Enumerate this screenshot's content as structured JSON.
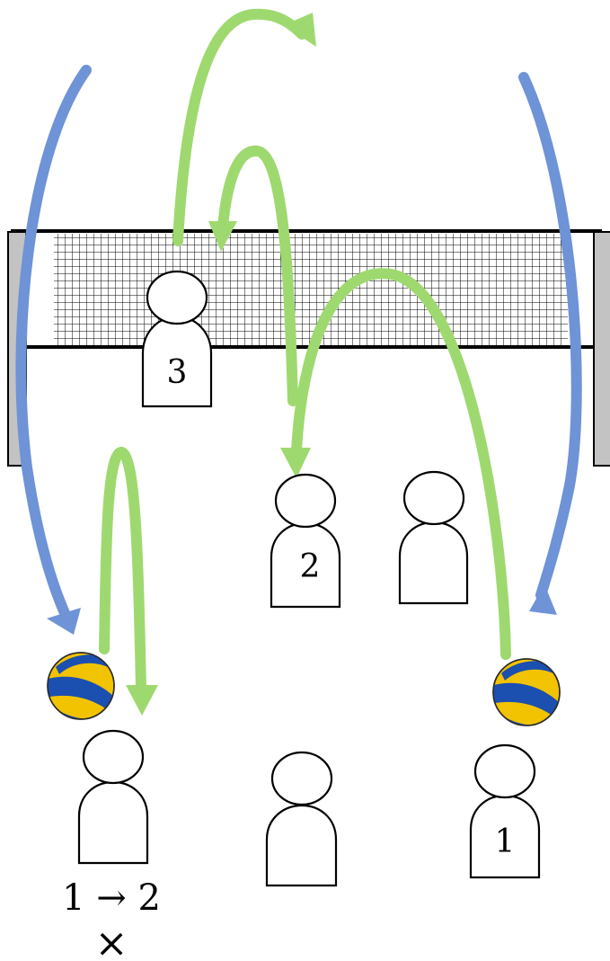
{
  "players": [
    {
      "id": "p3",
      "label": "3"
    },
    {
      "id": "p2",
      "label": "2"
    },
    {
      "id": "p-right-mid",
      "label": ""
    },
    {
      "id": "p-left-back",
      "label": ""
    },
    {
      "id": "p-mid-back",
      "label": ""
    },
    {
      "id": "p1",
      "label": "1"
    }
  ],
  "annotations": {
    "sequence": "1 → 2",
    "mark": "×"
  },
  "colors": {
    "blue_arrow": "#6e93d6",
    "green_arrow": "#9ed96f",
    "net_post": "#bdbdbd",
    "ball_yellow": "#f2c300",
    "ball_blue": "#1b4fb0"
  }
}
